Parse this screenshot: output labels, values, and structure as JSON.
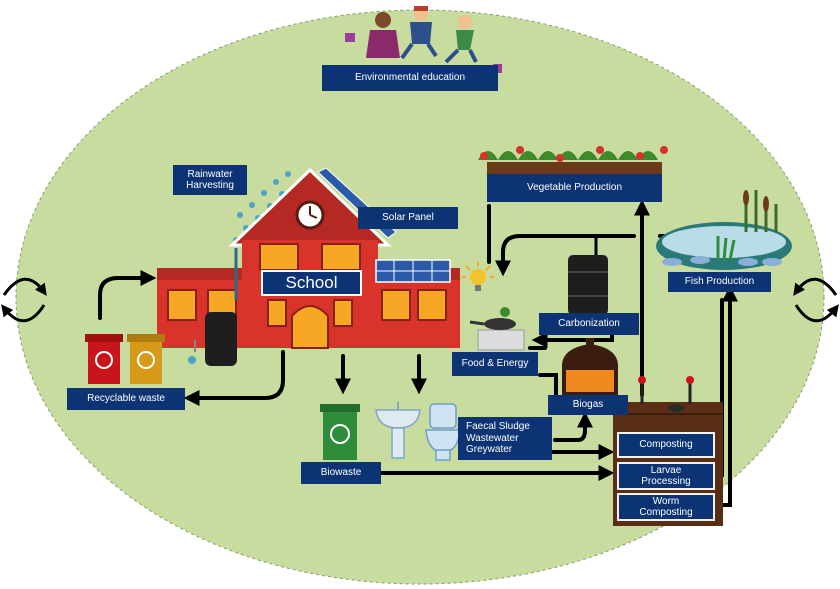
{
  "labels": {
    "env_education": "Environmental education",
    "vegetable_production": "Vegetable Production",
    "rainwater_harvesting": "Rainwater\nHarvesting",
    "solar_panel": "Solar Panel",
    "school": "School",
    "fish_production": "Fish Production",
    "carbonization": "Carbonization",
    "food_energy": "Food & Energy",
    "biogas": "Biogas",
    "recyclable_waste": "Recyclable waste",
    "faecal_sludge": "Faecal Sludge\nWastewater\nGreywater",
    "biowaste": "Biowaste",
    "composting": "Composting",
    "larvae_processing": "Larvae\nProcessing",
    "worm_composting": "Worm\nComposting"
  },
  "colors": {
    "background_ellipse": "#c9dc9f",
    "label_box": "#0c3474",
    "arrow": "#000000",
    "school_wall": "#d9342b",
    "school_window": "#f6a825",
    "roof": "#b42a22",
    "bin_red": "#c8151b",
    "bin_yellow": "#d69a18",
    "bin_green": "#2f8c3a",
    "water": "#4aa3c8"
  },
  "icons": [
    "cycle-arrows-icon",
    "children-icon",
    "water-drops-icon",
    "solar-panel-icon",
    "clock-icon",
    "light-bulb-icon",
    "cooking-pan-icon",
    "barrel-icon",
    "biogas-dome-icon",
    "recycling-bin-icon",
    "sink-icon",
    "toilet-icon",
    "pond-icon",
    "fish-icon",
    "compost-box-icon"
  ]
}
